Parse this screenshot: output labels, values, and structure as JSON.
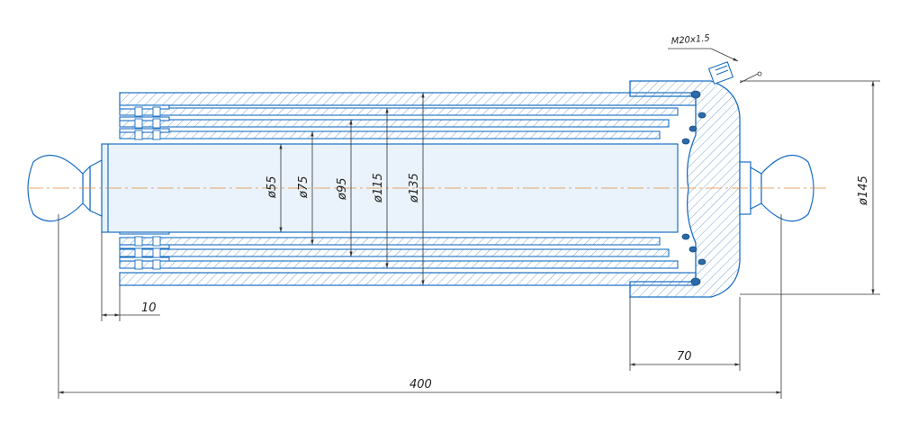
{
  "colors": {
    "part": "#1a6fc4",
    "hatch": "#5a8fc8",
    "dimension": "#333333",
    "axis": "#e08a3c",
    "rod_fill": "#eaf3fb"
  },
  "dimensions": {
    "d55": "ø55",
    "d75": "ø75",
    "d95": "ø95",
    "d115": "ø115",
    "d135": "ø135",
    "d145": "ø145",
    "len10": "10",
    "len70": "70",
    "len400": "400",
    "thread": "M20x1.5"
  }
}
